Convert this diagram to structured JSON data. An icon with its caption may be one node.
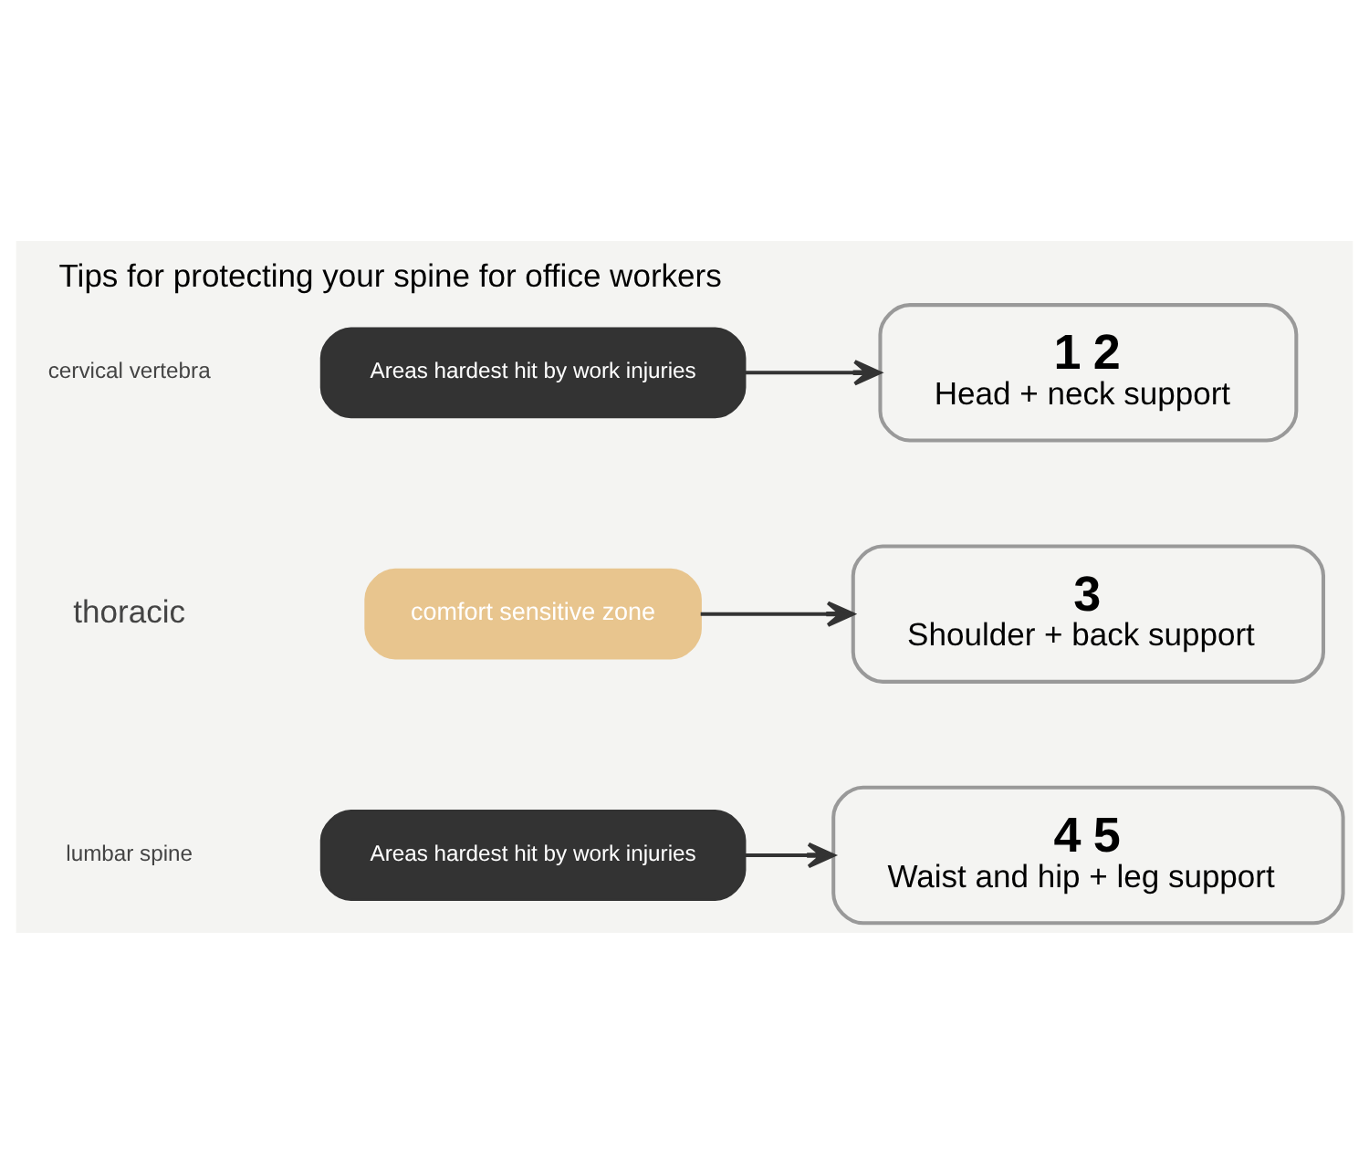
{
  "diagram": {
    "title": "Tips for protecting your spine for office workers",
    "nodes": [
      {
        "text": [
          "Areas hardest hit by work injuries"
        ]
      },
      {
        "text": [
          "1",
          "2",
          "Head + neck support"
        ]
      },
      {
        "text": [
          "comfort sensitive zone"
        ]
      },
      {
        "text": [
          "3",
          "Shoulder + back support"
        ]
      },
      {
        "text": [
          "Areas hardest hit by work injuries"
        ]
      },
      {
        "text": [
          "4",
          "5",
          "Waist and hip + leg support"
        ]
      }
    ],
    "edges": [
      {
        "from": 0,
        "to": 1,
        "arrow": "to"
      },
      {
        "from": 2,
        "to": 3,
        "arrow": "to"
      },
      {
        "from": 4,
        "to": 5,
        "arrow": "to"
      }
    ],
    "labels": [
      "cervical vertebra",
      "thoracic",
      "lumbar spine"
    ]
  }
}
